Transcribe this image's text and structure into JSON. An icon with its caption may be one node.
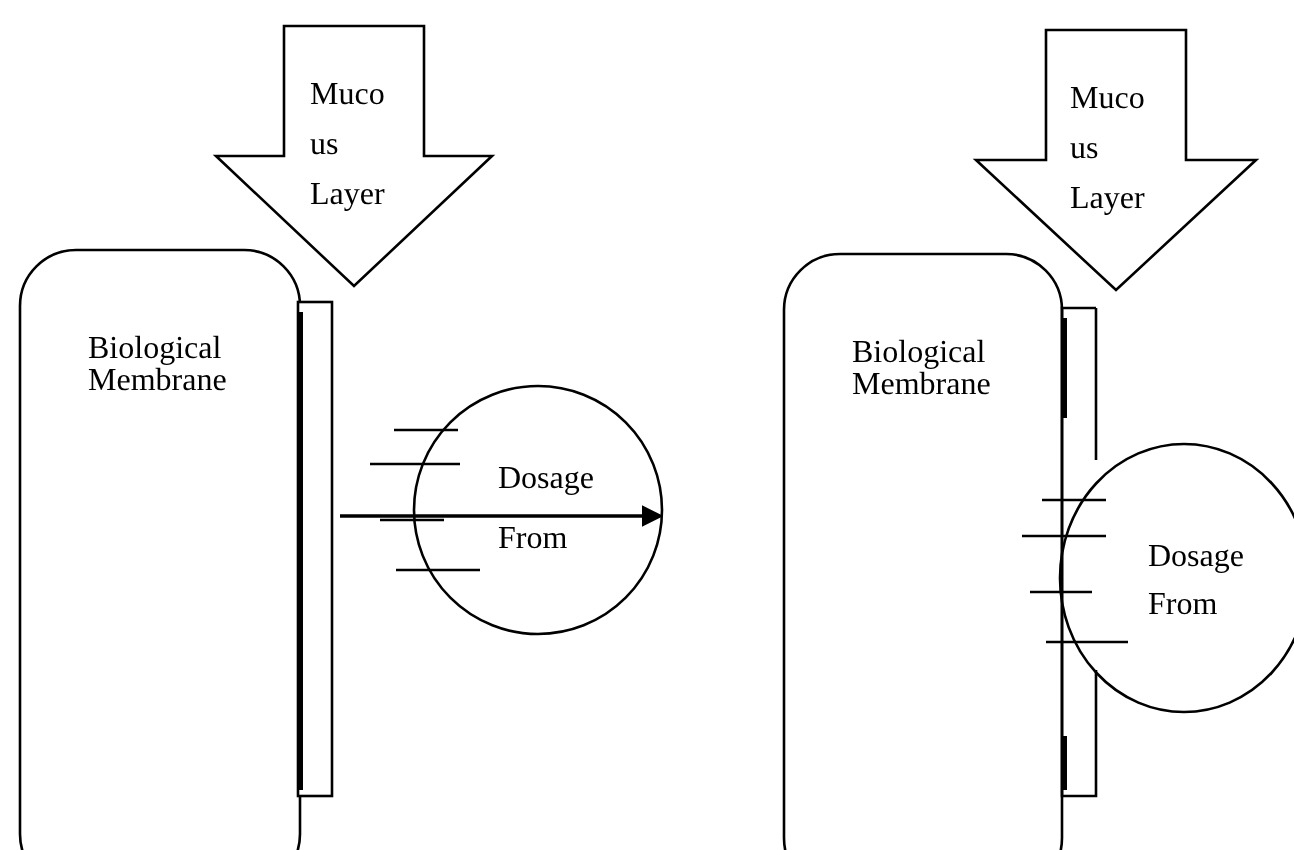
{
  "diagram": {
    "nodes": [
      {
        "text": [
          "Muco us Layer"
        ]
      },
      {
        "text": [
          "Biological Membrane"
        ]
      },
      {
        "text": [
          "Dosage From"
        ]
      },
      {
        "text": [
          "Muco us Layer"
        ]
      },
      {
        "text": [
          "Biological Membrane"
        ]
      },
      {
        "text": [
          "Dosage From"
        ]
      }
    ],
    "edges": [
      {
        "from": 1,
        "to": 2,
        "arrow": "to"
      }
    ]
  }
}
